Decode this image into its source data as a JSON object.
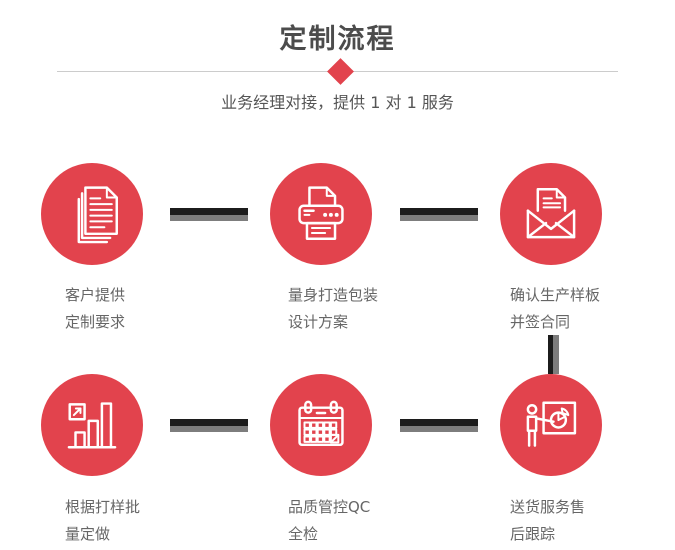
{
  "header": {
    "title": "定制流程",
    "subtitle": "业务经理对接，提供 1 对 1 服务",
    "diamond_icon": "diamond-icon"
  },
  "colors": {
    "accent_red": "#e2434d",
    "connector_dark": "#1c1c1c",
    "connector_gray": "#7d7d7d",
    "divider_gray": "#cccccc",
    "title_text": "#4c4c4c",
    "subtitle_text": "#555555",
    "label_text": "#666666",
    "icon_stroke": "#ffffff"
  },
  "steps": [
    {
      "id": 1,
      "icon": "documents-icon",
      "label": "客户提供\n定制要求"
    },
    {
      "id": 2,
      "icon": "printer-icon",
      "label": "量身打造包装\n设计方案"
    },
    {
      "id": 3,
      "icon": "open-envelope-icon",
      "label": "确认生产样板\n并签合同"
    },
    {
      "id": 4,
      "icon": "bar-chart-icon",
      "label": "根据打样批\n量定做"
    },
    {
      "id": 5,
      "icon": "calendar-icon",
      "label": "品质管控QC\n全检"
    },
    {
      "id": 6,
      "icon": "presentation-icon",
      "label": "送货服务售\n后跟踪"
    }
  ]
}
